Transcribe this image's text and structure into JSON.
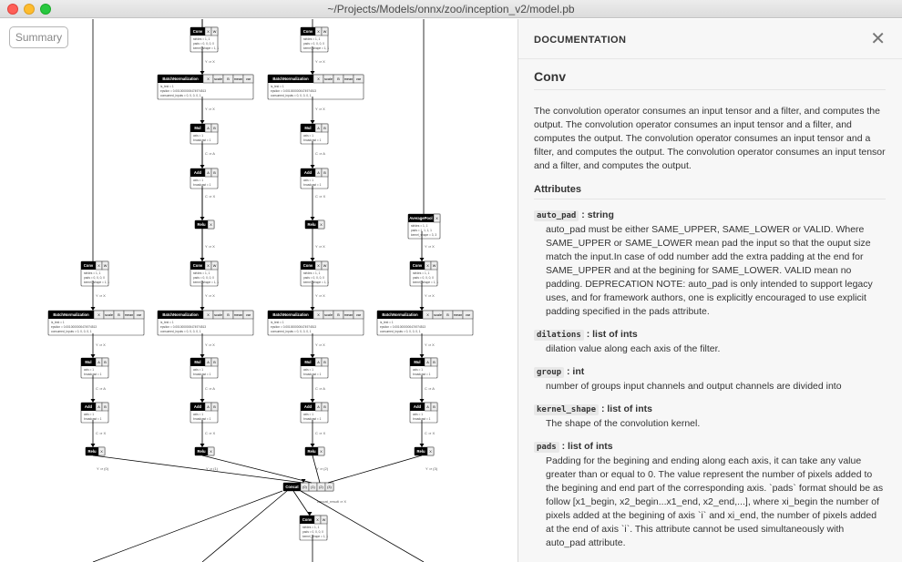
{
  "window": {
    "title": "~/Projects/Models/onnx/zoo/inception_v2/model.pb",
    "colors": {
      "close": "#fe5f57",
      "minimize": "#febc2e",
      "zoom": "#28c840"
    }
  },
  "toolbar": {
    "summary_label": "Summary"
  },
  "graph": {
    "nodes": {
      "conv": {
        "label": "Conv",
        "inputs": [
          "X",
          "W"
        ],
        "attrs": [
          "strides = 1, 1",
          "pads = 0, 0, 0, 0",
          "kernel_shape = 1, 1"
        ]
      },
      "batchnorm": {
        "label": "BatchNormalization",
        "inputs": [
          "X",
          "scale",
          "B",
          "mean",
          "var"
        ],
        "attrs": [
          "is_test = 1",
          "epsilon = 0.0010000000474974513",
          "consumed_inputs = 0, 0, 0, 0, 1"
        ]
      },
      "mul": {
        "label": "Mul",
        "inputs": [
          "A",
          "B"
        ],
        "attrs": [
          "axis = 1",
          "broadcast = 1"
        ]
      },
      "add": {
        "label": "Add",
        "inputs": [
          "A",
          "B"
        ],
        "attrs": [
          "axis = 1",
          "broadcast = 1"
        ]
      },
      "relu": {
        "label": "Relu",
        "inputs": [
          "X"
        ]
      },
      "avgpool": {
        "label": "AveragePool",
        "inputs": [
          "X"
        ],
        "attrs": [
          "strides = 1, 1",
          "pads = 1, 1, 1, 1",
          "kernel_shape = 3, 3"
        ]
      },
      "concat": {
        "label": "Concat",
        "inputs": [
          "(0)",
          "(1)",
          "(2)",
          "(3)"
        ]
      }
    },
    "edges": {
      "y_x": "Y ⇒ X",
      "c_a": "C ⇒ A",
      "c_x": "C ⇒ X",
      "y_0": "Y ⇒ (0)",
      "y_1": "Y ⇒ (1)",
      "y_2": "Y ⇒ (2)",
      "y_3": "Y ⇒ (3)",
      "concat_out": "concat_result ⇒ X"
    }
  },
  "documentation": {
    "header": "DOCUMENTATION",
    "op_name": "Conv",
    "description": "The convolution operator consumes an input tensor and a filter, and computes the output. The convolution operator consumes an input tensor and a filter, and computes the output. The convolution operator consumes an input tensor and a filter, and computes the output. The convolution operator consumes an input tensor and a filter, and computes the output.",
    "attributes_title": "Attributes",
    "attributes": [
      {
        "name": "auto_pad",
        "type": ": string",
        "desc": "auto_pad must be either SAME_UPPER, SAME_LOWER or VALID. Where SAME_UPPER or SAME_LOWER mean pad the input so that the ouput size match the input.In case of odd number add the extra padding at the end for SAME_UPPER and at the begining for SAME_LOWER. VALID mean no padding. DEPRECATION NOTE: auto_pad is only intended to support legacy uses, and for framework authors, one is explicitly encouraged to use explicit padding specified in the pads attribute."
      },
      {
        "name": "dilations",
        "type": ": list of ints",
        "desc": "dilation value along each axis of the filter."
      },
      {
        "name": "group",
        "type": ": int",
        "desc": "number of groups input channels and output channels are divided into"
      },
      {
        "name": "kernel_shape",
        "type": ": list of ints",
        "desc": "The shape of the convolution kernel."
      },
      {
        "name": "pads",
        "type": ": list of ints",
        "desc": "Padding for the begining and ending along each axis, it can take any value greater than or equal to 0. The value represent the number of pixels added to the begining and end part of the corresponding axis. `pads` format should be as follow [x1_begin, x2_begin...x1_end, x2_end,...], where xi_begin the number of pixels added at the begining of axis `i` and xi_end, the number of pixels added at the end of axis `i`. This attribute cannot be used simultaneously with auto_pad attribute."
      }
    ]
  }
}
